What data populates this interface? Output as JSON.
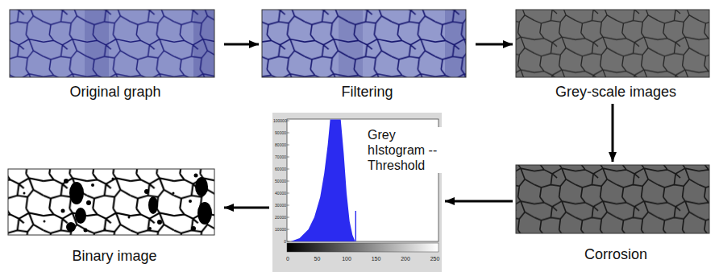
{
  "diagram": {
    "nodes": [
      {
        "text": [
          "Original graph"
        ]
      },
      {
        "text": [
          "Filtering"
        ]
      },
      {
        "text": [
          "Grey-scale images"
        ]
      },
      {
        "text": [
          "Corrosion"
        ]
      },
      {
        "text": [
          "Grey hIstogram --Threshold"
        ]
      },
      {
        "text": [
          "Binary image"
        ]
      }
    ],
    "edges": [
      {
        "from": 0,
        "to": 1,
        "arrow": "to"
      },
      {
        "from": 1,
        "to": 2,
        "arrow": "to"
      },
      {
        "from": 2,
        "to": 3,
        "arrow": "to"
      },
      {
        "from": 3,
        "to": 4,
        "arrow": "to"
      },
      {
        "from": 4,
        "to": 5,
        "arrow": "to"
      }
    ],
    "labels": [
      "0",
      "10000",
      "20000",
      "30000",
      "40000",
      "50000",
      "60000",
      "70000",
      "80000",
      "90000",
      "100000",
      "0",
      "50",
      "100",
      "150",
      "200",
      "250"
    ]
  }
}
